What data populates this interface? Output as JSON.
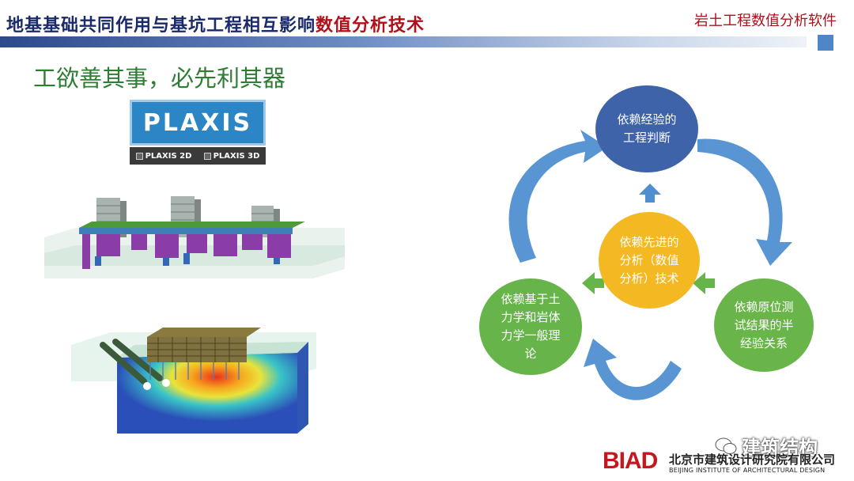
{
  "header": {
    "title_main": "地基基础共同作用与基坑工程相互影响",
    "title_highlight": "数值分析技术",
    "right_title": "岩土工程数值分析软件"
  },
  "subtitle": "工欲善其事，必先利其器",
  "plaxis": {
    "logo": "PLAXIS",
    "option_2d": "PLAXIS 2D",
    "option_3d": "PLAXIS 3D"
  },
  "cycle": {
    "top": "依赖经验的\n工程判断",
    "center": "依赖先进的\n分析（数值\n分析）技术",
    "left": "依赖基于土\n力学和岩体\n力学一般理\n论",
    "right": "依赖原位测\n试结果的半\n经验关系",
    "colors": {
      "top": "#3f63a8",
      "center": "#f4b822",
      "side": "#67b44b",
      "arrow": "#4f8fd0"
    }
  },
  "footer": {
    "wechat": "建筑结构",
    "biad_logo": "BIAD",
    "biad_cn": "北京市建筑设计研究院有限公司",
    "biad_en": "BEIJING INSTITUTE OF ARCHITECTURAL DESIGN"
  }
}
